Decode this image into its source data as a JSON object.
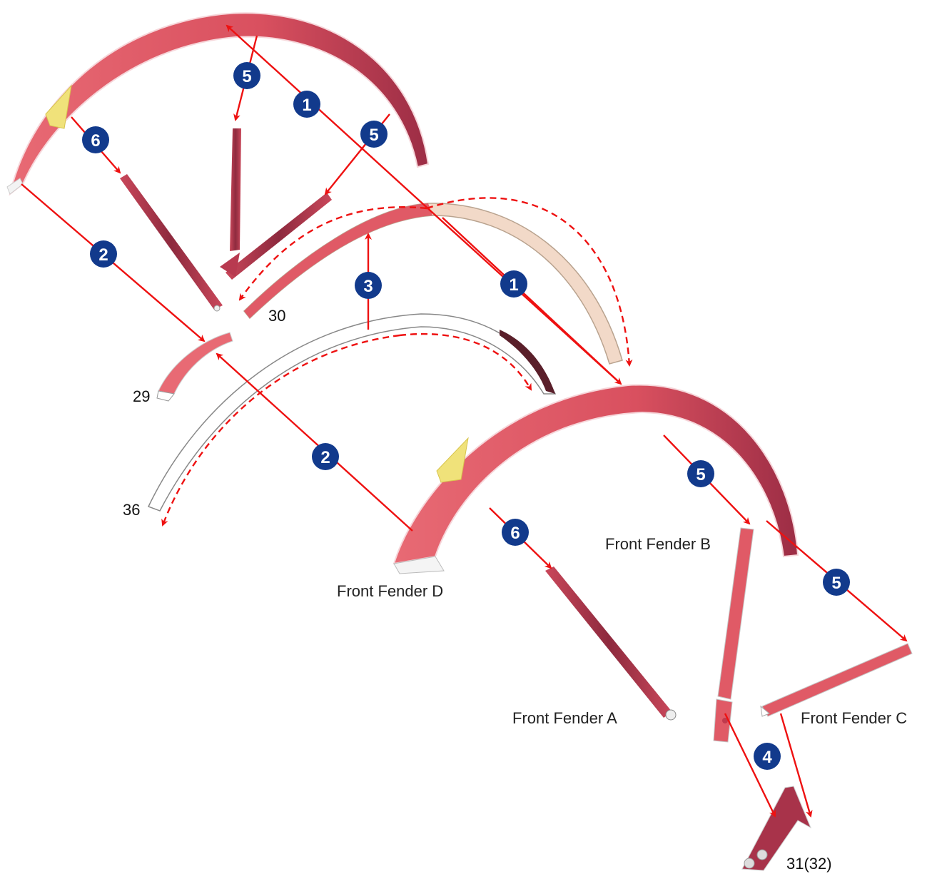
{
  "colors": {
    "fender": "#e05a66",
    "fender_dark": "#a8334a",
    "strip": "#ffffff",
    "arrow": "#ee1111",
    "step_badge": "#123a8c"
  },
  "parts": {
    "front_fender_a": "Front Fender A",
    "front_fender_b": "Front Fender B",
    "front_fender_c": "Front Fender C",
    "front_fender_d": "Front Fender D",
    "part_29": "29",
    "part_30": "30",
    "part_36": "36",
    "part_31_32": "31(32)"
  },
  "steps": [
    "1",
    "1",
    "2",
    "2",
    "3",
    "4",
    "5",
    "5",
    "5",
    "5",
    "6",
    "6"
  ]
}
